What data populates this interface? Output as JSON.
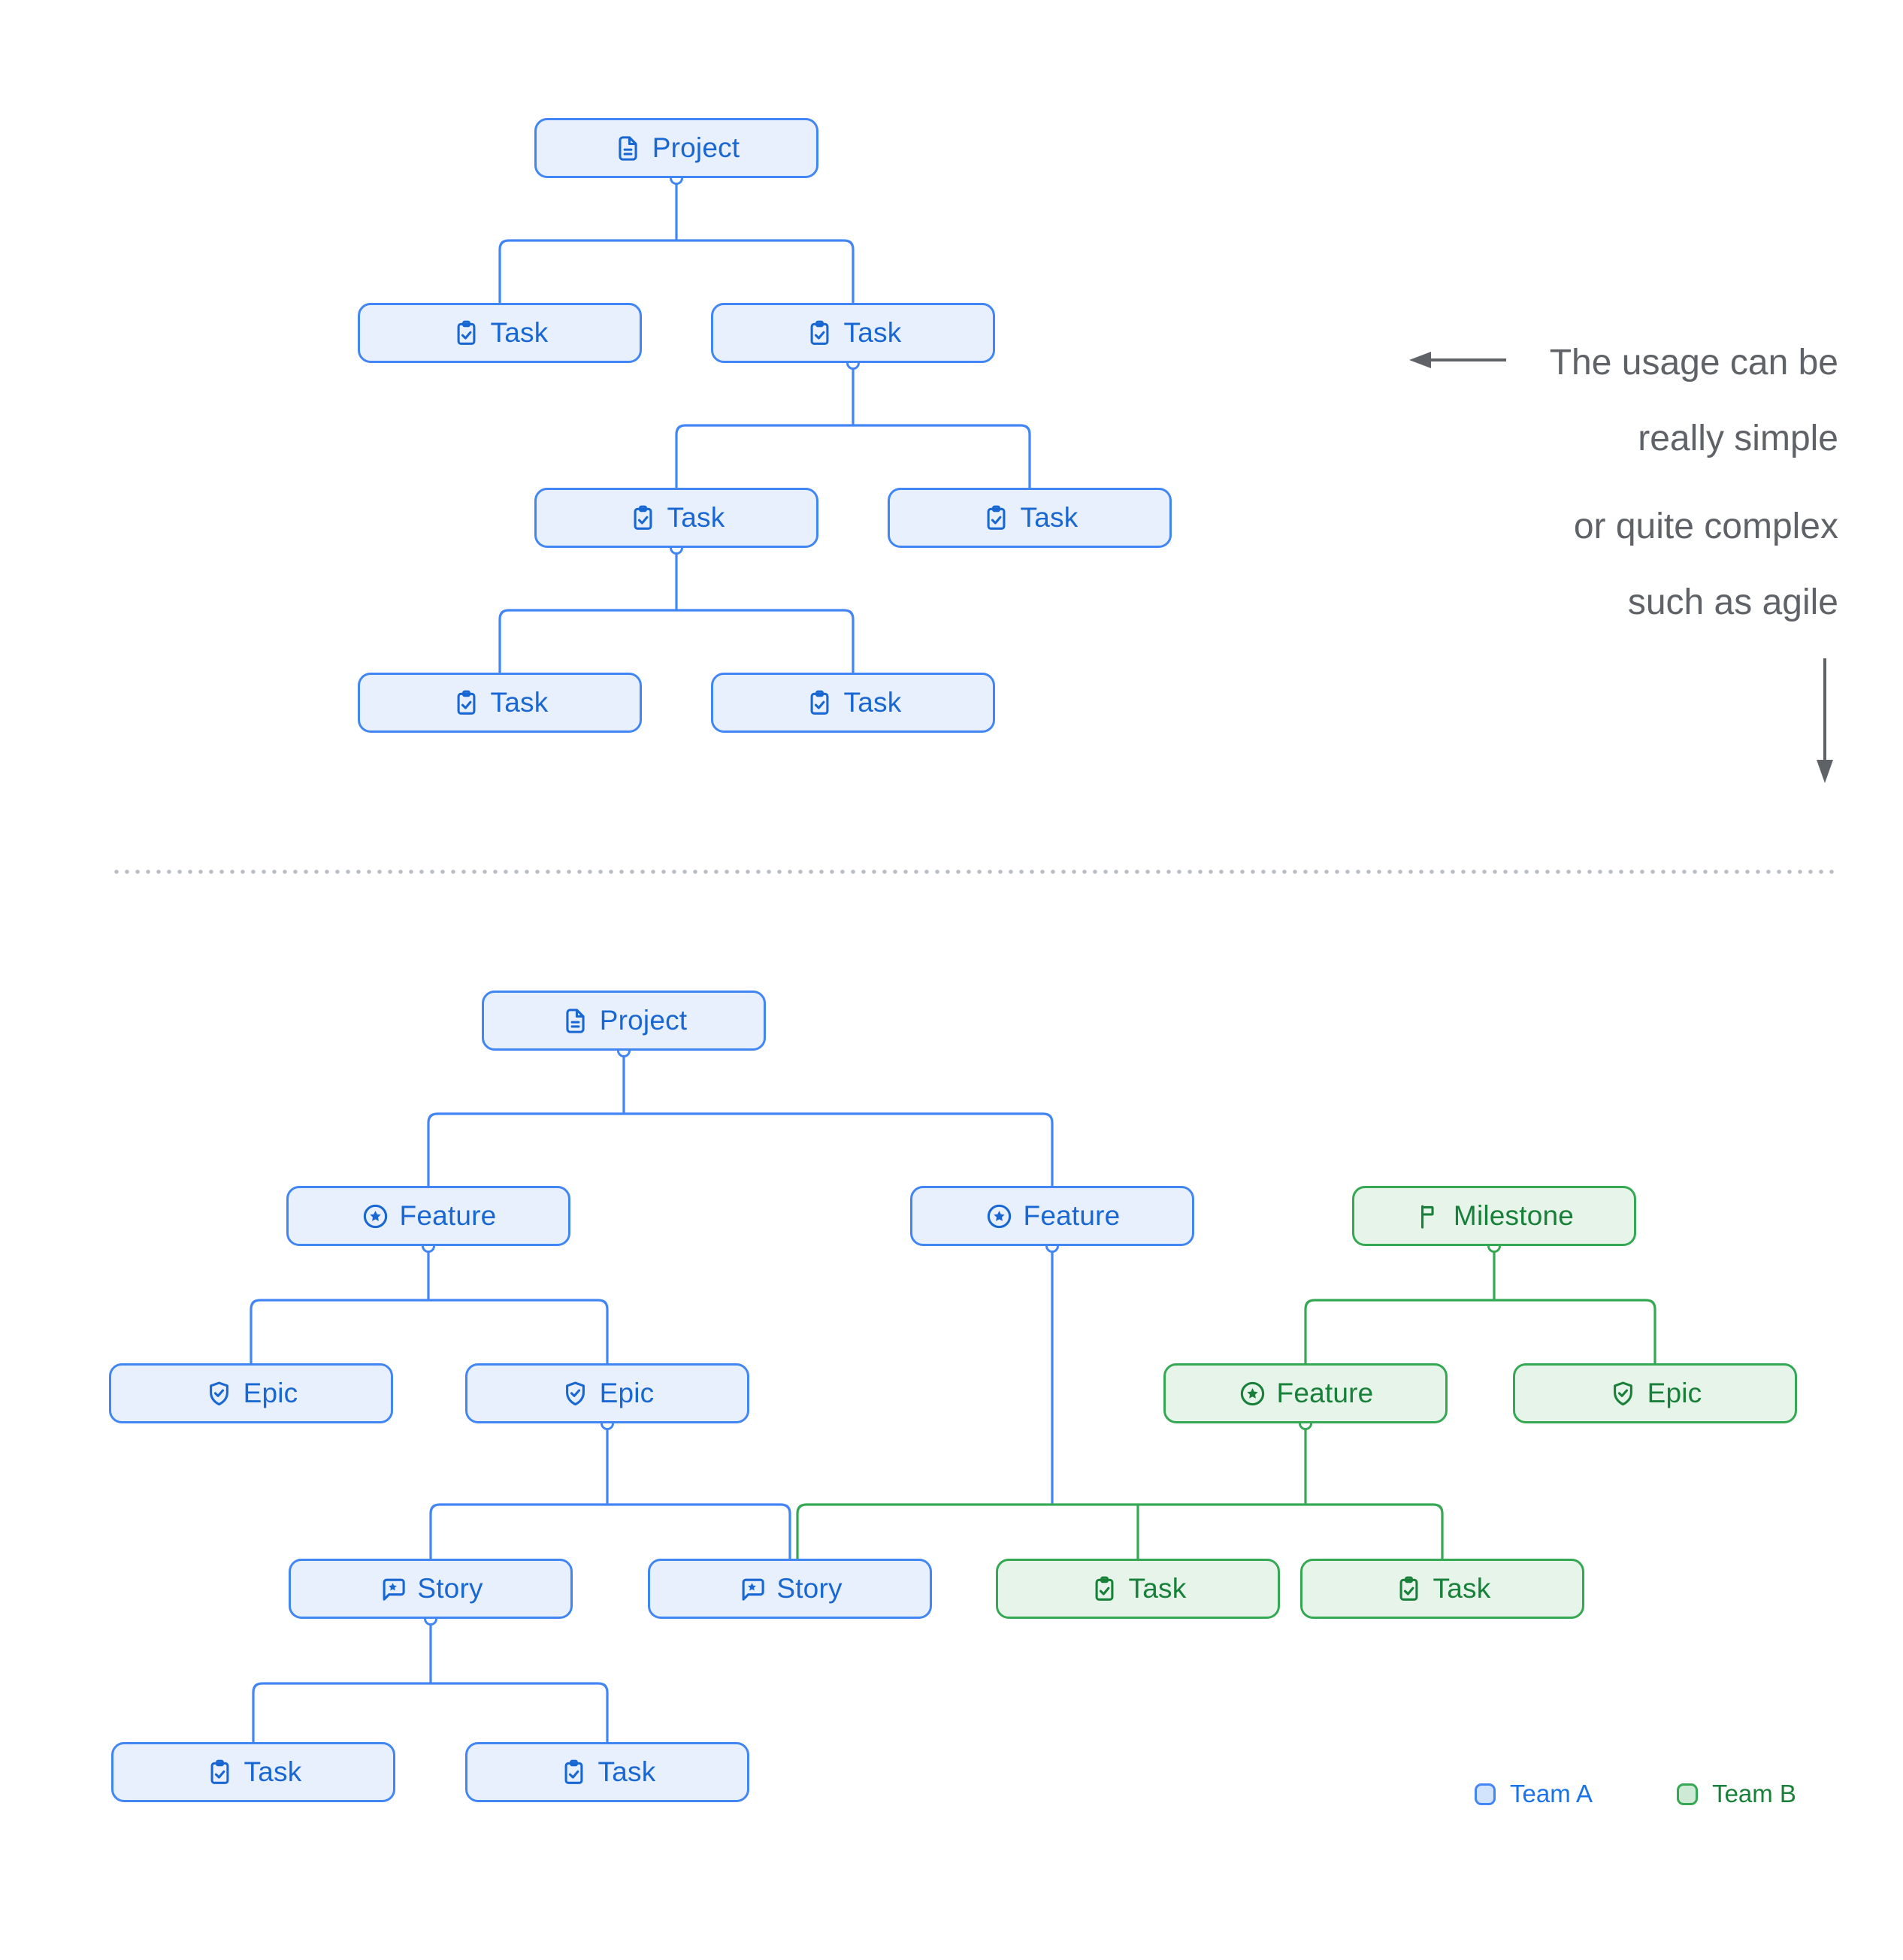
{
  "colors": {
    "team_a_node_fill": "#e8f0fe",
    "team_a_node_border": "#4285f4",
    "team_a_node_text": "#1967d2",
    "team_a_edge": "#4285f4",
    "team_b_node_fill": "#e6f4ea",
    "team_b_node_border": "#34a853",
    "team_b_node_text": "#188038",
    "team_b_edge": "#34a853",
    "annotation_text": "#5f6368",
    "arrow": "#5f6368",
    "divider_dots": "#b9bdc4",
    "legend_a_fill": "#d2e3fc",
    "legend_a_text": "#1a73e8",
    "legend_b_fill": "#ceead6",
    "legend_b_text": "#188038"
  },
  "icons": {
    "project": "document-icon",
    "task": "task-checklist-icon",
    "feature": "feature-star-icon",
    "epic": "epic-shield-icon",
    "story": "story-bubble-icon",
    "milestone": "milestone-flag-icon",
    "annotation_left": "arrow-left-icon",
    "annotation_down": "arrow-down-icon"
  },
  "top_diagram": {
    "nodes": [
      {
        "label": "Project",
        "type": "project",
        "team": "A"
      },
      {
        "label": "Task",
        "type": "task",
        "team": "A"
      },
      {
        "label": "Task",
        "type": "task",
        "team": "A"
      },
      {
        "label": "Task",
        "type": "task",
        "team": "A"
      },
      {
        "label": "Task",
        "type": "task",
        "team": "A"
      },
      {
        "label": "Task",
        "type": "task",
        "team": "A"
      },
      {
        "label": "Task",
        "type": "task",
        "team": "A"
      }
    ]
  },
  "annotation": {
    "block1_line1": "The usage can be",
    "block1_line2": "really simple",
    "block2_line1": "or quite complex",
    "block2_line2": "such as agile"
  },
  "bottom_diagram": {
    "nodes": [
      {
        "label": "Project",
        "type": "project",
        "team": "A"
      },
      {
        "label": "Feature",
        "type": "feature",
        "team": "A"
      },
      {
        "label": "Feature",
        "type": "feature",
        "team": "A"
      },
      {
        "label": "Milestone",
        "type": "milestone",
        "team": "B"
      },
      {
        "label": "Epic",
        "type": "epic",
        "team": "A"
      },
      {
        "label": "Epic",
        "type": "epic",
        "team": "A"
      },
      {
        "label": "Feature",
        "type": "feature",
        "team": "B"
      },
      {
        "label": "Epic",
        "type": "epic",
        "team": "B"
      },
      {
        "label": "Story",
        "type": "story",
        "team": "A"
      },
      {
        "label": "Story",
        "type": "story",
        "team": "A"
      },
      {
        "label": "Task",
        "type": "task",
        "team": "B"
      },
      {
        "label": "Task",
        "type": "task",
        "team": "B"
      },
      {
        "label": "Task",
        "type": "task",
        "team": "A"
      },
      {
        "label": "Task",
        "type": "task",
        "team": "A"
      }
    ]
  },
  "legend": {
    "items": [
      {
        "label": "Team A",
        "team": "A"
      },
      {
        "label": "Team B",
        "team": "B"
      }
    ]
  }
}
